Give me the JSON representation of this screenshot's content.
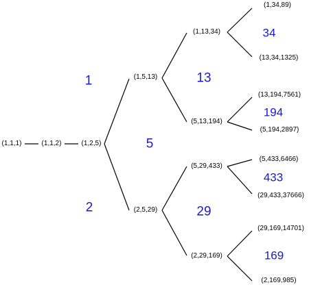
{
  "colors": {
    "edge": "#000000",
    "node_text": "#000000",
    "label_text": "#1a1acc",
    "background": "#ffffff"
  },
  "nodes": {
    "n111": "(1,1,1)",
    "n112": "(1,1,2)",
    "n125": "(1,2,5)",
    "n1513": "(1,5,13)",
    "n2529": "(2,5,29)",
    "n11334": "(1,13,34)",
    "n513194": "(5,13,194)",
    "n529433": "(5,29,433)",
    "n229169": "(2,29,169)",
    "n13489": "(1,34,89)",
    "n13341325": "(13,34,1325)",
    "n131947561": "(13,194,7561)",
    "n51942897": "(5,194,2897)",
    "n54336466": "(5,433,6466)",
    "n2943337666": "(29,433,37666)",
    "n2916914701": "(29,169,14701)",
    "n2169985": "(2,169,985)"
  },
  "region_labels": {
    "r1": "1",
    "r2": "2",
    "r5": "5",
    "r13": "13",
    "r29": "29",
    "r34": "34",
    "r194": "194",
    "r433": "433",
    "r169": "169"
  }
}
